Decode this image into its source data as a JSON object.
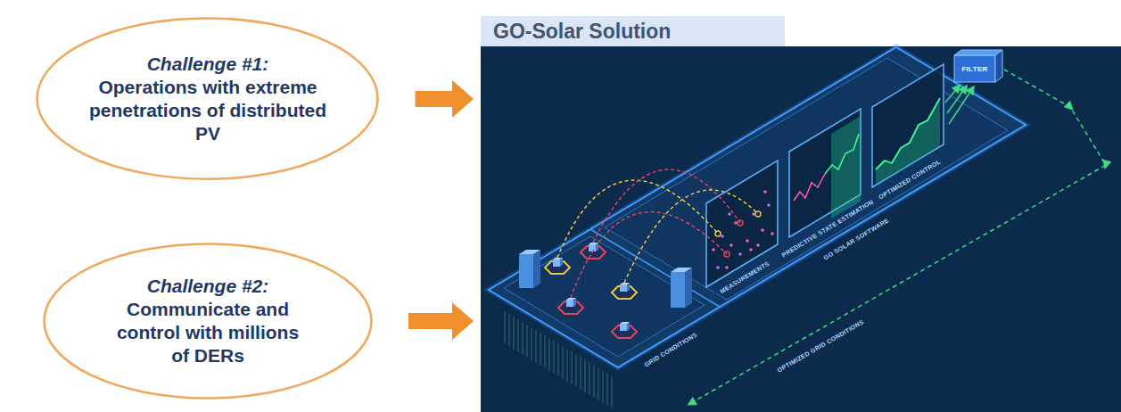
{
  "diagram": {
    "nodes": [
      {
        "text": [
          "Challenge #1:",
          "Operations with extreme penetrations of distributed PV"
        ]
      },
      {
        "text": [
          "Challenge #2:",
          "Communicate and control with millions of DERs"
        ]
      },
      {
        "text": [
          "GO-Solar Solution"
        ]
      }
    ],
    "edges": [
      {
        "from": 0,
        "to": 2,
        "arrow": "to"
      },
      {
        "from": 1,
        "to": 2,
        "arrow": "to"
      }
    ],
    "labels": [
      "MEASUREMENTS",
      "PREDICTIVE STATE ESTIMATION",
      "OPTIMIZED CONTROL",
      "FILTER",
      "GO SOLAR SOFTWARE",
      "GRID CONDITIONS",
      "OPTIMIZED GRID CONDITIONS"
    ]
  }
}
